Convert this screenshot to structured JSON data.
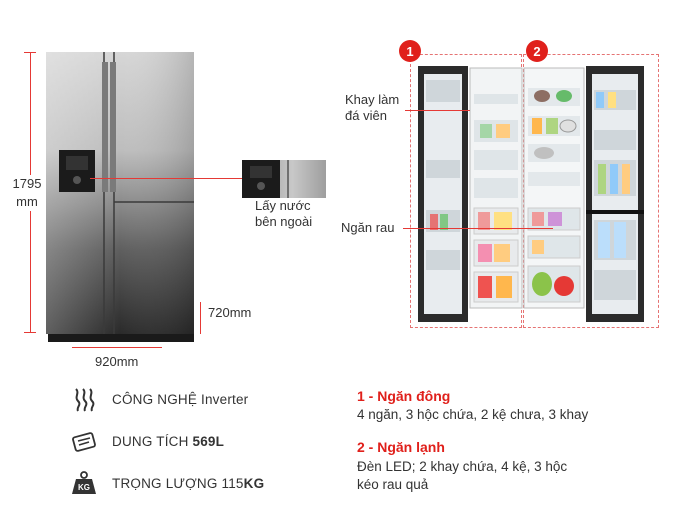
{
  "dimensions": {
    "height": "1795\nmm",
    "width": "920mm",
    "lower_height": "720mm"
  },
  "callouts": {
    "water": "Lấy nước\nbên ngoài",
    "ice": "Khay làm\nđá viên",
    "veg": "Ngăn rau"
  },
  "badges": [
    "1",
    "2"
  ],
  "specs": [
    {
      "icon": "inverter-icon",
      "label": "CÔNG NGHỆ Inverter",
      "bold": ""
    },
    {
      "icon": "capacity-icon",
      "label": "DUNG TÍCH ",
      "bold": "569L"
    },
    {
      "icon": "weight-icon",
      "label": "TRỌNG LƯỢNG 115",
      "bold": "KG",
      "icon_text": "KG"
    }
  ],
  "sections": [
    {
      "title": "1 - Ngăn đông",
      "body": "4 ngăn, 3 hộc chứa, 2 kệ chưa, 3 khay"
    },
    {
      "title": "2 - Ngăn lạnh",
      "body": "Đèn LED; 2 khay chứa, 4 kệ, 3 hộc\nkéo rau quả"
    }
  ],
  "colors": {
    "accent": "#e0201b",
    "dash": "#e57373"
  }
}
